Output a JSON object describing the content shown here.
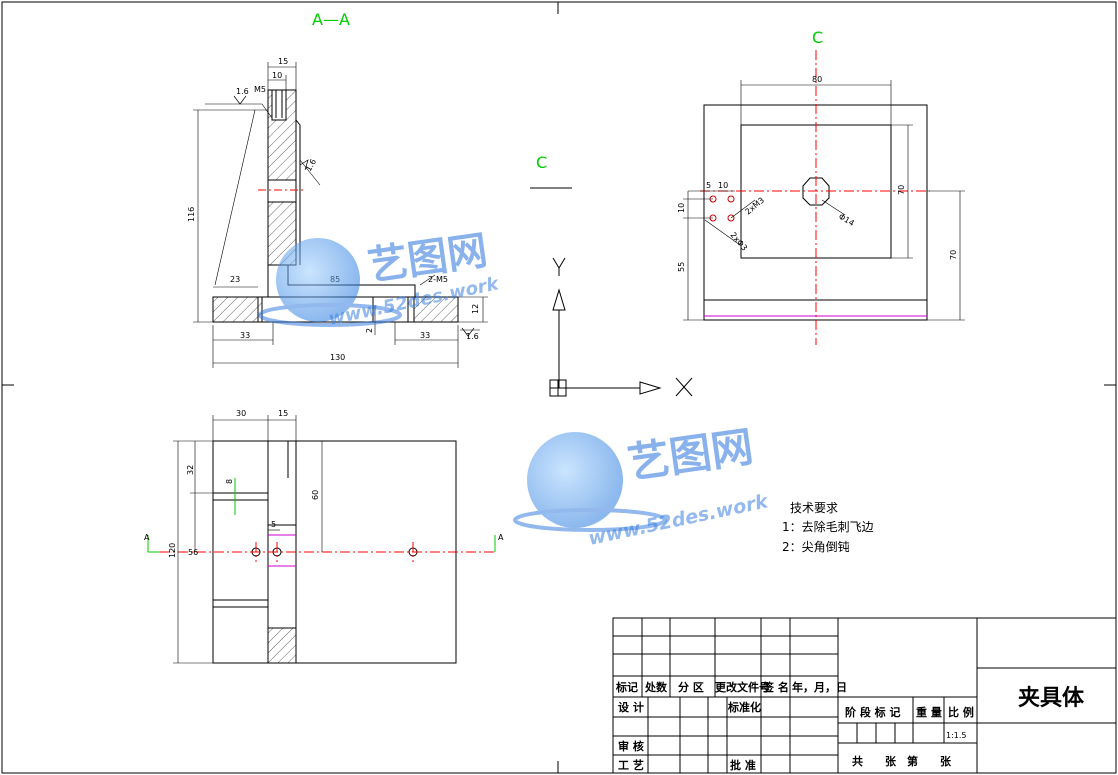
{
  "views": {
    "section_label": "A—A",
    "view_c_label": "C",
    "arrow_c_label": "C",
    "cut_a_left": "A",
    "cut_a_right": "A"
  },
  "ucs": {
    "x": "X",
    "y": "Y"
  },
  "dims": {
    "sec_15": "15",
    "sec_10": "10",
    "sec_m5": "M5",
    "sec_16": "1.6",
    "sec_116": "116",
    "sec_r16": "1.6",
    "sec_23": "23",
    "sec_85": "85",
    "sec_2m5": "2-M5",
    "sec_12": "12",
    "sec_33l": "33",
    "sec_33r": "33",
    "sec_130": "130",
    "sec_2": "2",
    "sec_16b": "1.6",
    "c_80": "80",
    "c_5": "5",
    "c_10a": "10",
    "c_10b": "10",
    "c_2m3": "2xM3",
    "c_2p3": "2xΦ3",
    "c_14": "Φ14",
    "c_70a": "70",
    "c_55": "55",
    "c_70b": "70",
    "p_30": "30",
    "p_15": "15",
    "p_32": "32",
    "p_8": "8",
    "p_60": "60",
    "p_5": "5",
    "p_120": "120",
    "p_56": "56"
  },
  "watermark": {
    "brand": "艺图网",
    "url": "www.52des.work"
  },
  "tech_requirements": {
    "title": "技术要求",
    "items": [
      "1：去除毛刺飞边",
      "2：尖角倒钝"
    ]
  },
  "title_block": {
    "headers": [
      "标记",
      "处数",
      "分 区",
      "更改文件号",
      "签 名",
      "年，月，日"
    ],
    "row_design": "设 计",
    "row_standard": "标准化",
    "row_review": "审 核",
    "row_process": "工 艺",
    "row_approve": "批 准",
    "stage": "阶 段 标 记",
    "weight": "重 量",
    "scale_label": "比 例",
    "scale": "1:1.5",
    "sheets": "共　　张　第　　张",
    "part_name": "夹具体"
  },
  "colors": {
    "outline": "#000000",
    "centerline": "#ff0000",
    "accent_green": "#00cc00",
    "hole_magenta": "#cc00cc",
    "watermark_blue": "#3b7fe0"
  }
}
